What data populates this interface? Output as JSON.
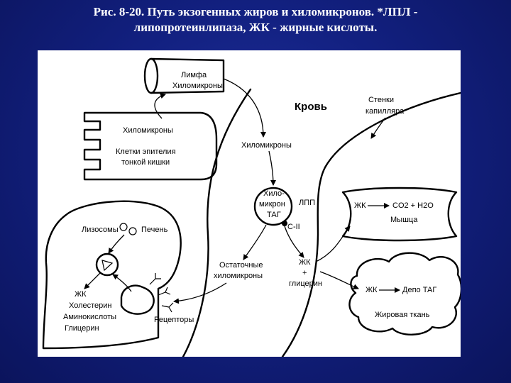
{
  "header": {
    "title_line1": "Рис. 8-20. Путь экзогенных жиров и хиломикронов. *ЛПЛ -",
    "title_line2": "липопротеинлипаза, ЖК - жирные кислоты."
  },
  "diagram": {
    "lymph": "Лимфа",
    "lymph_chylo": "Хиломикроны",
    "blood": "Кровь",
    "capillary_walls_1": "Стенки",
    "capillary_walls_2": "капилляра",
    "intestine_chylo": "Хиломикроны",
    "epithelium_1": "Клетки эпителия",
    "epithelium_2": "тонкой кишки",
    "blood_chylo": "Хиломикроны",
    "chylo_tag_1": "Хило-",
    "chylo_tag_2": "микрон",
    "chylo_tag_3": "ТАГ",
    "lpl": "ЛПП",
    "c2": "C-II",
    "muscle_fa": "ЖК",
    "muscle_products": "CO2 + H2O",
    "muscle": "Мышца",
    "lysosomes": "Лизосомы",
    "liver": "Печень",
    "remnant_1": "Остаточные",
    "remnant_2": "хиломикроны",
    "fa_glycerol_1": "ЖК",
    "fa_glycerol_2": "+",
    "fa_glycerol_3": "глицерин",
    "adipose_fa": "ЖК",
    "tag_depot": "Депо ТАГ",
    "adipose": "Жировая ткань",
    "liver_fa": "ЖК",
    "cholesterol": "Холестерин",
    "amino_acids": "Аминокислоты",
    "glycerol": "Глицерин",
    "receptors": "Рецепторы"
  }
}
